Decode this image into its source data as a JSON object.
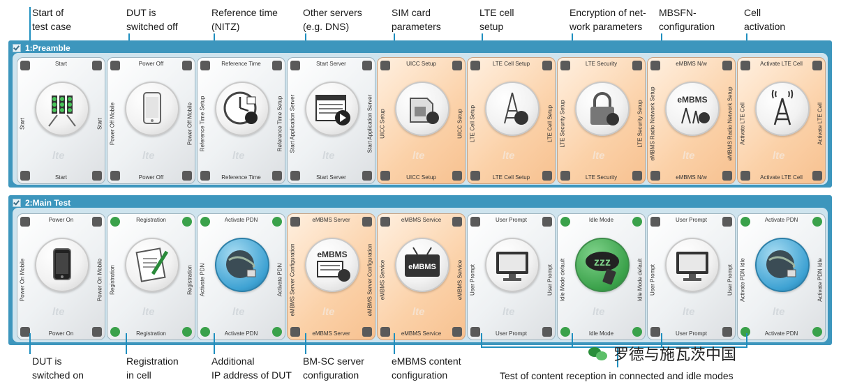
{
  "annotations_top": [
    {
      "id": "start",
      "text": "Start of\ntest case"
    },
    {
      "id": "dut-off",
      "text": "DUT is\nswitched off"
    },
    {
      "id": "ref-time",
      "text": "Reference time\n(NITZ)"
    },
    {
      "id": "other-servers",
      "text": "Other servers\n(e.g. DNS)"
    },
    {
      "id": "sim",
      "text": "SIM card\nparameters"
    },
    {
      "id": "lte-cell",
      "text": "LTE cell\nsetup"
    },
    {
      "id": "encryption",
      "text": "Encryption of net-\nwork parameters"
    },
    {
      "id": "mbsfn",
      "text": "MBSFN-\nconfiguration"
    },
    {
      "id": "cell-act",
      "text": "Cell\nactivation"
    }
  ],
  "annotations_bottom": [
    {
      "id": "dut-on",
      "text": "DUT is\nswitched on"
    },
    {
      "id": "registration",
      "text": "Registration\nin cell"
    },
    {
      "id": "ip",
      "text": "Additional\nIP address of DUT"
    },
    {
      "id": "bmsc",
      "text": "BM-SC server\nconfiguration"
    },
    {
      "id": "embms",
      "text": "eMBMS content\nconfiguration"
    },
    {
      "id": "content",
      "text": "Test of content reception in connected and idle modes"
    }
  ],
  "panels": {
    "preamble": {
      "title": "1:Preamble"
    },
    "main": {
      "title": "2:Main Test"
    }
  },
  "preamble_cards": [
    {
      "top": "Start",
      "bottom": "Start",
      "left": "Start",
      "right": "Start",
      "icon": "traffic-light-icon",
      "orange": false
    },
    {
      "top": "Power Off",
      "bottom": "Power Off",
      "left": "Power Off Mobile",
      "right": "Power Off Mobile",
      "icon": "smartphone-icon",
      "orange": false
    },
    {
      "top": "Reference Time",
      "bottom": "Reference Time",
      "left": "Reference Time Setup",
      "right": "Reference Time Setup",
      "icon": "clock-gear-icon",
      "orange": false
    },
    {
      "top": "Start Server",
      "bottom": "Start Server",
      "left": "Start Application Server",
      "right": "Start Application Server",
      "icon": "server-play-icon",
      "orange": false
    },
    {
      "top": "UICC Setup",
      "bottom": "UICC Setup",
      "left": "UICC Setup",
      "right": "UICC Setup",
      "icon": "sim-card-gear-icon",
      "orange": true
    },
    {
      "top": "LTE Cell Setup",
      "bottom": "LTE Cell Setup",
      "left": "LTE Cell Setup",
      "right": "LTE Cell Setup",
      "icon": "antenna-gear-icon",
      "orange": true
    },
    {
      "top": "LTE Security",
      "bottom": "LTE Security",
      "left": "LTE Security Setup",
      "right": "LTE Security Setup",
      "icon": "padlock-gear-icon",
      "orange": true
    },
    {
      "top": "eMBMS N/w",
      "bottom": "eMBMS N/w",
      "left": "eMBMS Radio Network Setup",
      "right": "eMBMS Radio Network Setup",
      "icon": "embms-antenna-icon",
      "orange": true,
      "circle_text": "eMBMS"
    },
    {
      "top": "Activate LTE Cell",
      "bottom": "Activate LTE Cell",
      "left": "Activate LTE Cell",
      "right": "Activate LTE Cell",
      "icon": "broadcast-tower-icon",
      "orange": true
    }
  ],
  "main_cards": [
    {
      "top": "Power On",
      "bottom": "Power On",
      "left": "Power On Mobile",
      "right": "Power On Mobile",
      "icon": "mobile-phone-icon",
      "orange": false
    },
    {
      "top": "Registration",
      "bottom": "Registration",
      "left": "Registration",
      "right": "Registration",
      "icon": "document-pen-icon",
      "orange": false
    },
    {
      "top": "Activate PDN",
      "bottom": "Activate PDN",
      "left": "Activate PDN",
      "right": "Activate PDN",
      "icon": "globe-plug-icon",
      "orange": false
    },
    {
      "top": "eMBMS Server",
      "bottom": "eMBMS Server",
      "left": "eMBMS Server Configuration",
      "right": "eMBMS Server Configuration",
      "icon": "embms-server-icon",
      "orange": true,
      "circle_text": "eMBMS"
    },
    {
      "top": "eMBMS Service",
      "bottom": "eMBMS Service",
      "left": "eMBMS Service",
      "right": "eMBMS Service",
      "icon": "embms-tv-icon",
      "orange": true,
      "circle_text": "eMBMS"
    },
    {
      "top": "User Prompt",
      "bottom": "User Prompt",
      "left": "User Prompt",
      "right": "User Prompt",
      "icon": "monitor-icon",
      "orange": false
    },
    {
      "top": "Idle Mode",
      "bottom": "Idle Mode",
      "left": "Idle Mode default",
      "right": "Idle Mode default",
      "icon": "sleep-zzz-icon",
      "orange": false,
      "circle_text": "zzz"
    },
    {
      "top": "User Prompt",
      "bottom": "User Prompt",
      "left": "User Prompt",
      "right": "User Prompt",
      "icon": "monitor-icon",
      "orange": false
    },
    {
      "top": "Activate PDN",
      "bottom": "Activate PDN",
      "left": "Activate PDN Idle",
      "right": "Activate PDN Idle",
      "icon": "globe-plug-icon",
      "orange": false
    }
  ],
  "watermark": {
    "logo_text": "lte"
  },
  "brand": {
    "text": "罗德与施瓦茨中国"
  },
  "colors": {
    "accent": "#1f8fbf",
    "panel": "#3d96bd",
    "orange": "#fbd1a8"
  }
}
